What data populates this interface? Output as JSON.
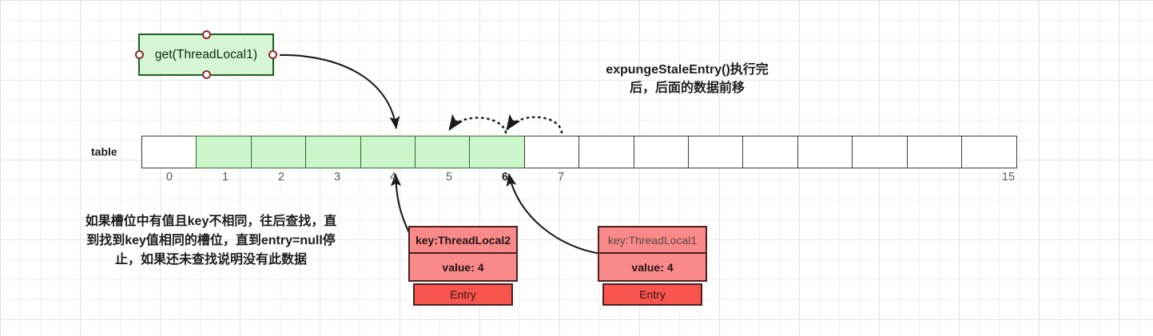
{
  "heading": {
    "line1": "expungeStaleEntry()执行完",
    "line2": "后，后面的数据前移"
  },
  "get_node": {
    "label": "get(ThreadLocal1)"
  },
  "table": {
    "label": "table",
    "cells": [
      {
        "index": "0",
        "filled": false,
        "bold_index": false
      },
      {
        "index": "1",
        "filled": true,
        "bold_index": false
      },
      {
        "index": "2",
        "filled": true,
        "bold_index": false
      },
      {
        "index": "3",
        "filled": true,
        "bold_index": false
      },
      {
        "index": "4",
        "filled": true,
        "bold_index": false
      },
      {
        "index": "5",
        "filled": true,
        "bold_index": false
      },
      {
        "index": "6",
        "filled": true,
        "bold_index": true
      },
      {
        "index": "7",
        "filled": false,
        "bold_index": false
      },
      {
        "index": "",
        "filled": false,
        "bold_index": false
      },
      {
        "index": "",
        "filled": false,
        "bold_index": false
      },
      {
        "index": "",
        "filled": false,
        "bold_index": false
      },
      {
        "index": "",
        "filled": false,
        "bold_index": false
      },
      {
        "index": "",
        "filled": false,
        "bold_index": false
      },
      {
        "index": "",
        "filled": false,
        "bold_index": false
      },
      {
        "index": "",
        "filled": false,
        "bold_index": false
      },
      {
        "index": "15",
        "filled": false,
        "bold_index": false
      }
    ]
  },
  "note": {
    "line1": "如果槽位中有值且key不相同，往后查找，直",
    "line2": "到找到key值相同的槽位，直到entry=null停",
    "line3": "止，如果还未查找说明没有此数据"
  },
  "entries": [
    {
      "key": "key:ThreadLocal2",
      "value": "value: 4",
      "footer": "Entry"
    },
    {
      "key": "key:ThreadLocal1",
      "value": "value: 4",
      "footer": "Entry"
    }
  ],
  "colors": {
    "node_fill": "#d5f5d5",
    "node_stroke": "#1b5e20",
    "cell_filled": "#ccf5cc",
    "cell_empty": "#ffffff",
    "cell_stroke": "#3a3a3a",
    "entry_fill": "#fa8a8a",
    "entry_footer_fill": "#f8554f",
    "entry_stroke": "#4a2020",
    "handle_stroke": "#8c2a2a",
    "arrow": "#1a1a1a",
    "text": "#1d1d1d"
  }
}
